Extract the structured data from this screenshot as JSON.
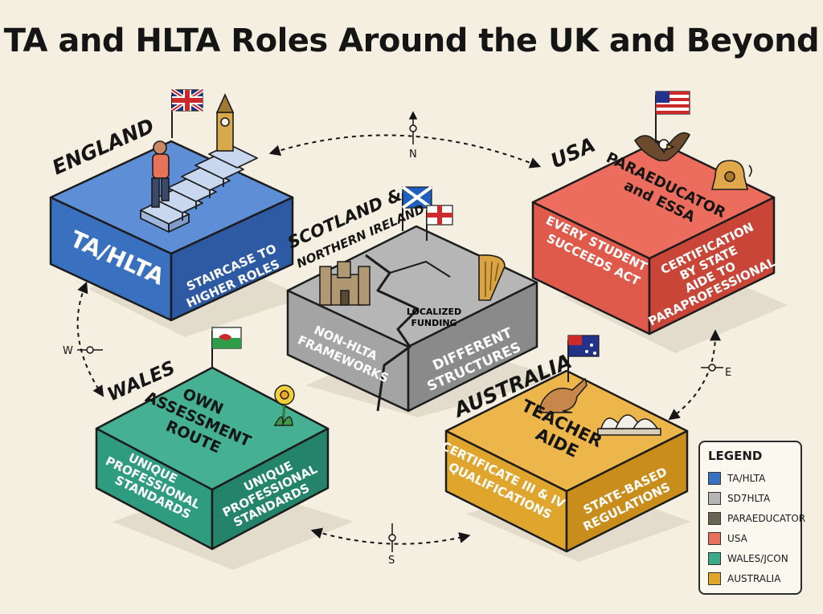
{
  "title": "TA and HLTA Roles Around the UK and Beyond",
  "compass": {
    "north": "N",
    "south": "S",
    "east": "E",
    "west": "W"
  },
  "regions": {
    "england": {
      "name": "ENGLAND",
      "front": "TA/HLTA",
      "side": [
        "STAIRCASE TO",
        "HIGHER ROLES"
      ],
      "color": "#3a70c0"
    },
    "scotland": {
      "name_line1": "SCOTLAND &",
      "name_line2": "NORTHERN IRELAND",
      "top_label": [
        "LOCALIZED",
        "FUNDING"
      ],
      "front": [
        "NON-HLTA",
        "FRAMEWORKS"
      ],
      "side": [
        "DIFFERENT",
        "STRUCTURES"
      ],
      "color": "#9a9a9a"
    },
    "usa": {
      "name": "USA",
      "top": [
        "PARAEDUCATOR",
        "and ESSA"
      ],
      "front": [
        "EVERY STUDENT",
        "SUCCEEDS ACT"
      ],
      "side": [
        "CERTIFICATION",
        "BY STATE",
        "AIDE TO",
        "PARAPROFESSIONAL"
      ],
      "color": "#e05a4c"
    },
    "wales": {
      "name": "WALES",
      "top": [
        "OWN",
        "ASSESSMENT",
        "ROUTE"
      ],
      "front": [
        "UNIQUE",
        "PROFESSIONAL",
        "STANDARDS"
      ],
      "side": [
        "UNIQUE",
        "PROFESSIONAL",
        "STANDARDS"
      ],
      "color": "#2f9c7f"
    },
    "australia": {
      "name": "AUSTRALIA",
      "top": [
        "TEACHER",
        "AIDE"
      ],
      "front": [
        "CERTIFICATE III & IV",
        "QUALIFICATIONS"
      ],
      "side": [
        "STATE-BASED",
        "REGULATIONS"
      ],
      "color": "#e0a52c"
    }
  },
  "legend": {
    "title": "LEGEND",
    "items": [
      {
        "label": "TA/HLTA",
        "color": "#3a70c0"
      },
      {
        "label": "SD7HLTA",
        "color": "#b5b5b5"
      },
      {
        "label": "PARAEDUCATOR",
        "color": "#6a6455"
      },
      {
        "label": "USA",
        "color": "#e8705f"
      },
      {
        "label": "WALES/JCON",
        "color": "#3aab8a"
      },
      {
        "label": "AUSTRALIA",
        "color": "#e0a52c"
      }
    ]
  }
}
